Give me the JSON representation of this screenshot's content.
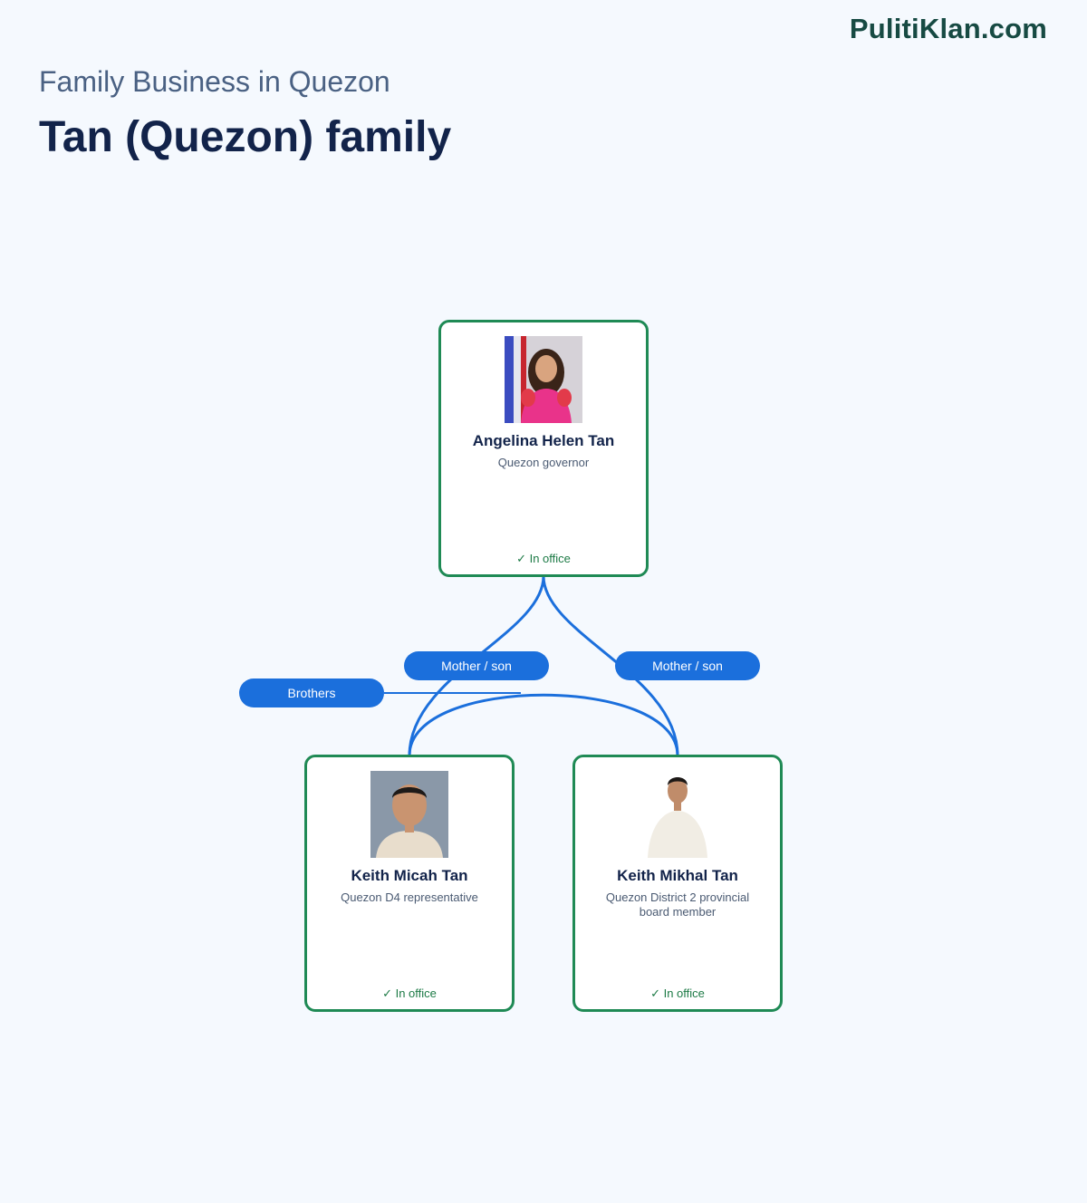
{
  "site": {
    "brand": "PulitiKlan.com"
  },
  "header": {
    "subtitle": "Family Business in Quezon",
    "title": "Tan (Quezon) family"
  },
  "colors": {
    "card_border": "#1f8a55",
    "edge": "#1b6fdc",
    "pill": "#1b6fdc",
    "status": "#1c7a45"
  },
  "people": [
    {
      "name": "Angelina Helen Tan",
      "role": "Quezon governor",
      "status": "✓ In office"
    },
    {
      "name": "Keith Micah Tan",
      "role": "Quezon D4 representative",
      "status": "✓ In office"
    },
    {
      "name": "Keith Mikhal Tan",
      "role": "Quezon District 2 provincial board member",
      "status": "✓ In office"
    }
  ],
  "relations": [
    {
      "label": "Mother / son",
      "from": "Angelina Helen Tan",
      "to": "Keith Micah Tan"
    },
    {
      "label": "Mother / son",
      "from": "Angelina Helen Tan",
      "to": "Keith Mikhal Tan"
    },
    {
      "label": "Brothers",
      "from": "Keith Micah Tan",
      "to": "Keith Mikhal Tan"
    }
  ]
}
